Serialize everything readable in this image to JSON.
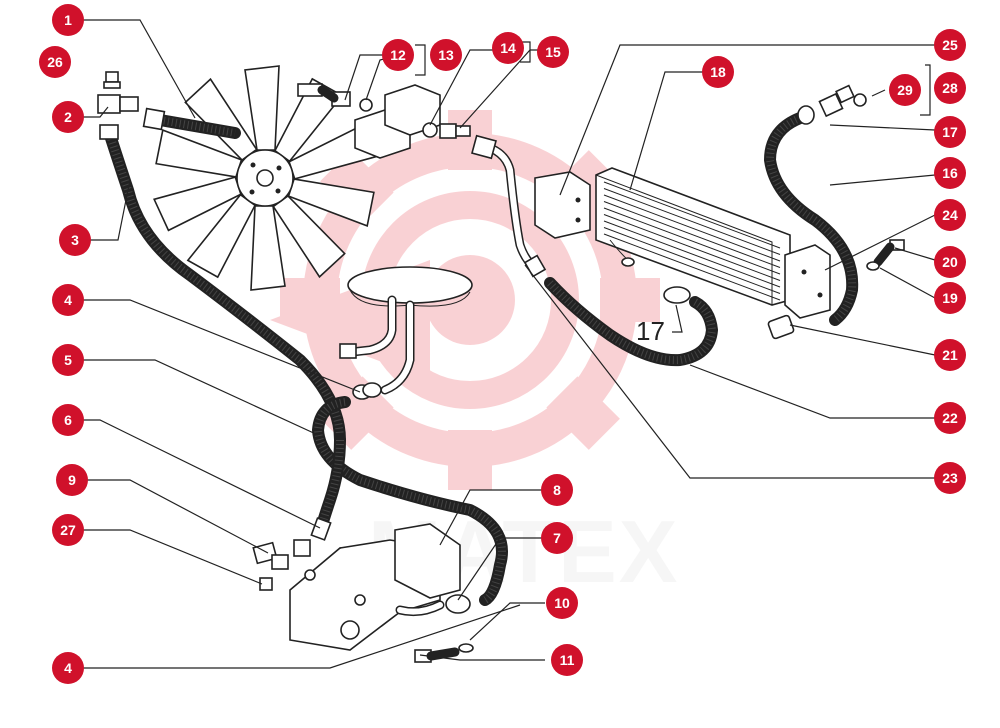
{
  "watermark": {
    "text": "MATEX",
    "color": "#e8343f"
  },
  "callout_color": "#d0112b",
  "callouts": [
    {
      "id": "c1",
      "label": "1"
    },
    {
      "id": "c2",
      "label": "2"
    },
    {
      "id": "c3",
      "label": "3"
    },
    {
      "id": "c4a",
      "label": "4"
    },
    {
      "id": "c4b",
      "label": "4"
    },
    {
      "id": "c5",
      "label": "5"
    },
    {
      "id": "c6",
      "label": "6"
    },
    {
      "id": "c7",
      "label": "7"
    },
    {
      "id": "c8",
      "label": "8"
    },
    {
      "id": "c9",
      "label": "9"
    },
    {
      "id": "c10",
      "label": "10"
    },
    {
      "id": "c11",
      "label": "11"
    },
    {
      "id": "c12",
      "label": "12"
    },
    {
      "id": "c13",
      "label": "13"
    },
    {
      "id": "c14",
      "label": "14"
    },
    {
      "id": "c15",
      "label": "15"
    },
    {
      "id": "c16",
      "label": "16"
    },
    {
      "id": "c17",
      "label": "17"
    },
    {
      "id": "c18",
      "label": "18"
    },
    {
      "id": "c19",
      "label": "19"
    },
    {
      "id": "c20",
      "label": "20"
    },
    {
      "id": "c21",
      "label": "21"
    },
    {
      "id": "c22",
      "label": "22"
    },
    {
      "id": "c23",
      "label": "23"
    },
    {
      "id": "c24",
      "label": "24"
    },
    {
      "id": "c25",
      "label": "25"
    },
    {
      "id": "c26",
      "label": "26"
    },
    {
      "id": "c27",
      "label": "27"
    },
    {
      "id": "c28",
      "label": "28"
    },
    {
      "id": "c29",
      "label": "29"
    }
  ],
  "plain_labels": {
    "clamp_label": "17"
  }
}
